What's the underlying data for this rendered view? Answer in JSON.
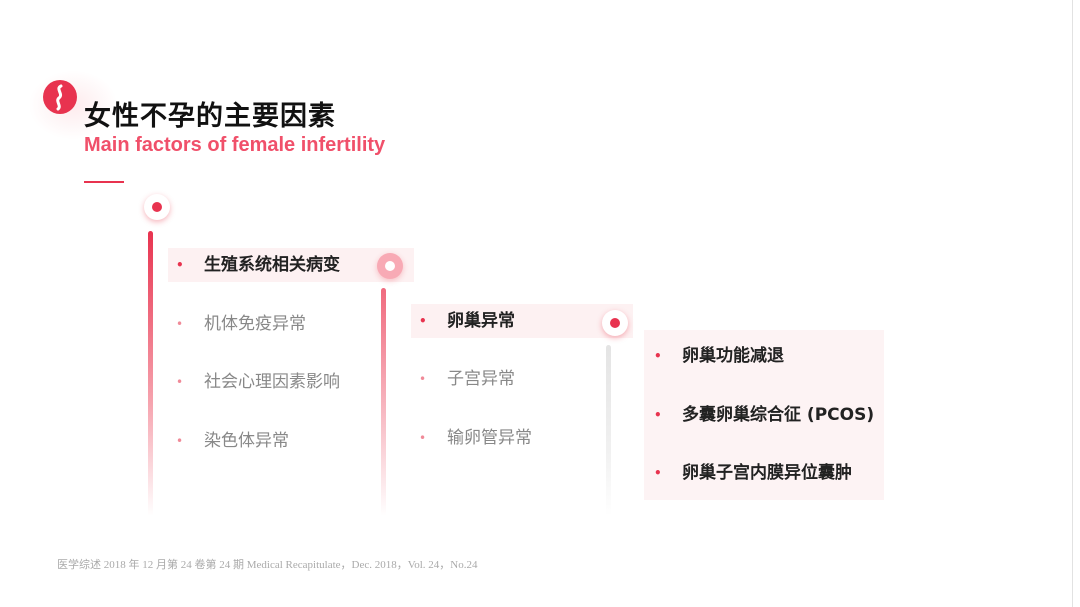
{
  "title": {
    "zh": "女性不孕的主要因素",
    "en": "Main factors of female infertility"
  },
  "column1": [
    {
      "label": "生殖系统相关病变",
      "active": true
    },
    {
      "label": "机体免疫异常",
      "active": false
    },
    {
      "label": "社会心理因素影响",
      "active": false
    },
    {
      "label": "染色体异常",
      "active": false
    }
  ],
  "column2": [
    {
      "label": "卵巢异常",
      "active": true
    },
    {
      "label": "子宫异常",
      "active": false
    },
    {
      "label": "输卵管异常",
      "active": false
    }
  ],
  "column3": [
    {
      "label": "卵巢功能减退"
    },
    {
      "label": "多囊卵巢综合征 (PCOS)"
    },
    {
      "label": "卵巢子宫内膜异位囊肿"
    }
  ],
  "bullet_char": "•",
  "footer": "医学综述 2018 年 12 月第 24 卷第 24 期 Medical Recapitulate，Dec. 2018，Vol. 24，No.24",
  "colors": {
    "accent": "#e8334f",
    "accent_light": "#f0506a",
    "active_bg": "#fdf1f2",
    "grey_text": "#888888"
  },
  "icons": [
    "brand-logo-icon",
    "node-dot-icon"
  ]
}
